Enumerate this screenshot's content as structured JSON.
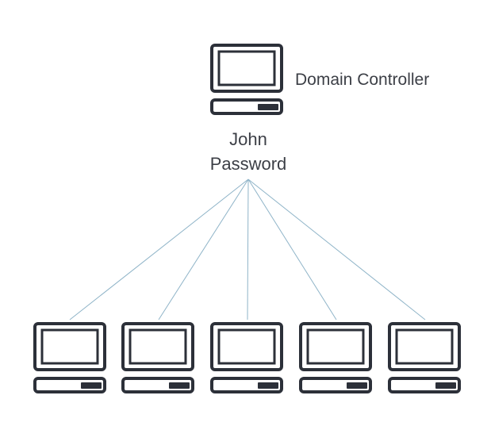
{
  "server": {
    "label": "Domain Controller"
  },
  "credentials": {
    "username": "John",
    "password_label": "Password"
  },
  "clients": [
    {
      "icon": "computer-icon"
    },
    {
      "icon": "computer-icon"
    },
    {
      "icon": "computer-icon"
    },
    {
      "icon": "computer-icon"
    },
    {
      "icon": "computer-icon"
    }
  ],
  "colors": {
    "icon_stroke": "#2c3039",
    "connector": "#8fb4c8",
    "text": "#3c3f46"
  }
}
